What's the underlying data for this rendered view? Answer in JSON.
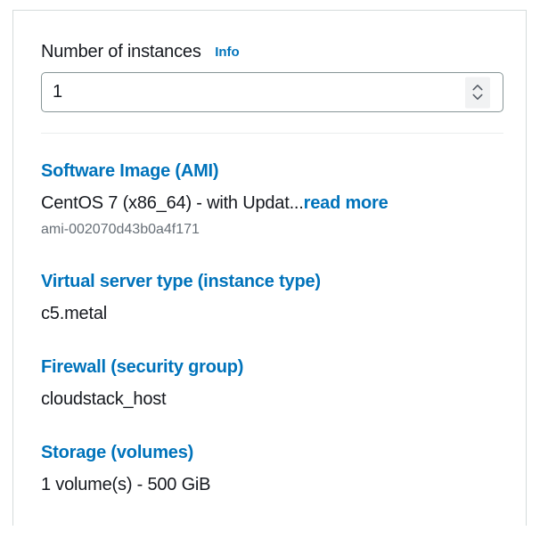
{
  "panel": {
    "instances_field": {
      "label": "Number of instances",
      "info_label": "Info",
      "value": "1"
    },
    "sections": [
      {
        "heading": "Software Image (AMI)",
        "value": "CentOS 7 (x86_64) - with Updat...",
        "read_more_label": "read more",
        "sub": "ami-002070d43b0a4f171"
      },
      {
        "heading": "Virtual server type (instance type)",
        "value": "c5.metal"
      },
      {
        "heading": "Firewall (security group)",
        "value": "cloudstack_host"
      },
      {
        "heading": "Storage (volumes)",
        "value": "1 volume(s) - 500 GiB"
      }
    ]
  },
  "colors": {
    "link_blue": "#0073bb",
    "text_dark": "#16191f",
    "text_muted": "#687078",
    "panel_border": "#d5dbdb",
    "divider": "#eaeded",
    "input_border": "#879596",
    "stepper_bg": "#f1f2f3",
    "stepper_icon": "#545b64"
  }
}
